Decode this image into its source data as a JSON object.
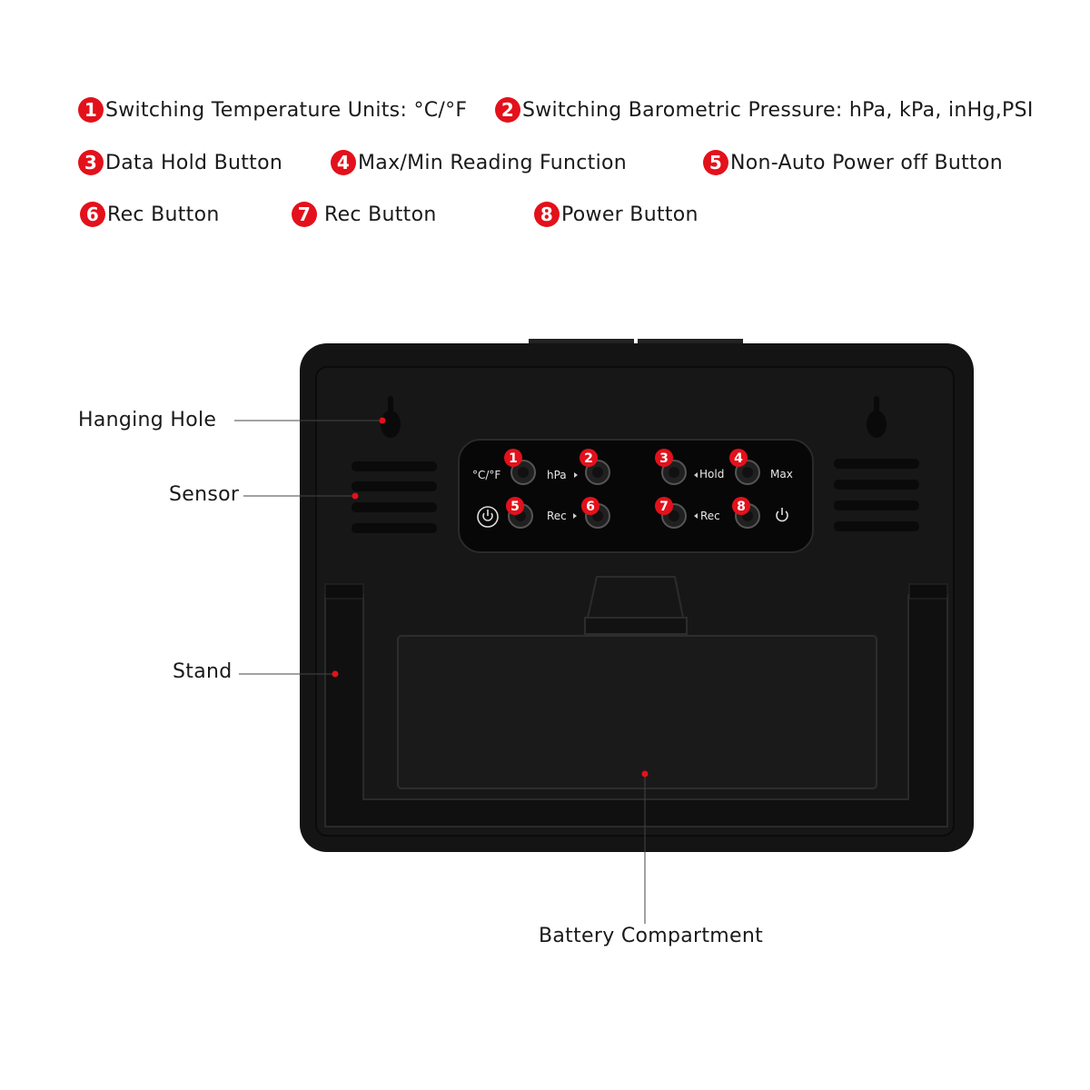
{
  "legend": [
    {
      "num": "1",
      "text": "Switching Temperature Units: °C/°F"
    },
    {
      "num": "2",
      "text": "Switching Barometric Pressure: hPa, kPa, inHg,PSI"
    },
    {
      "num": "3",
      "text": "Data Hold Button"
    },
    {
      "num": "4",
      "text": "Max/Min Reading Function"
    },
    {
      "num": "5",
      "text": "Non-Auto Power off Button"
    },
    {
      "num": "6",
      "text": "Rec Button"
    },
    {
      "num": "7",
      "text": "Rec Button"
    },
    {
      "num": "8",
      "text": "Power Button"
    }
  ],
  "callouts": {
    "hanging_hole": "Hanging Hole",
    "sensor": "Sensor",
    "stand": "Stand",
    "battery": "Battery Compartment"
  },
  "panel": {
    "unit_label": "°C/°F",
    "hpa_label": "hPa",
    "hold_label": "Hold",
    "max_label": "Max",
    "rec_label_1": "Rec",
    "rec_label_2": "Rec",
    "power_symbol": "⏻",
    "numbers": [
      "1",
      "2",
      "3",
      "4",
      "5",
      "6",
      "7",
      "8"
    ]
  },
  "colors": {
    "accent": "#e3111b",
    "device": "#141414",
    "device_dark": "#0a0a0a"
  }
}
